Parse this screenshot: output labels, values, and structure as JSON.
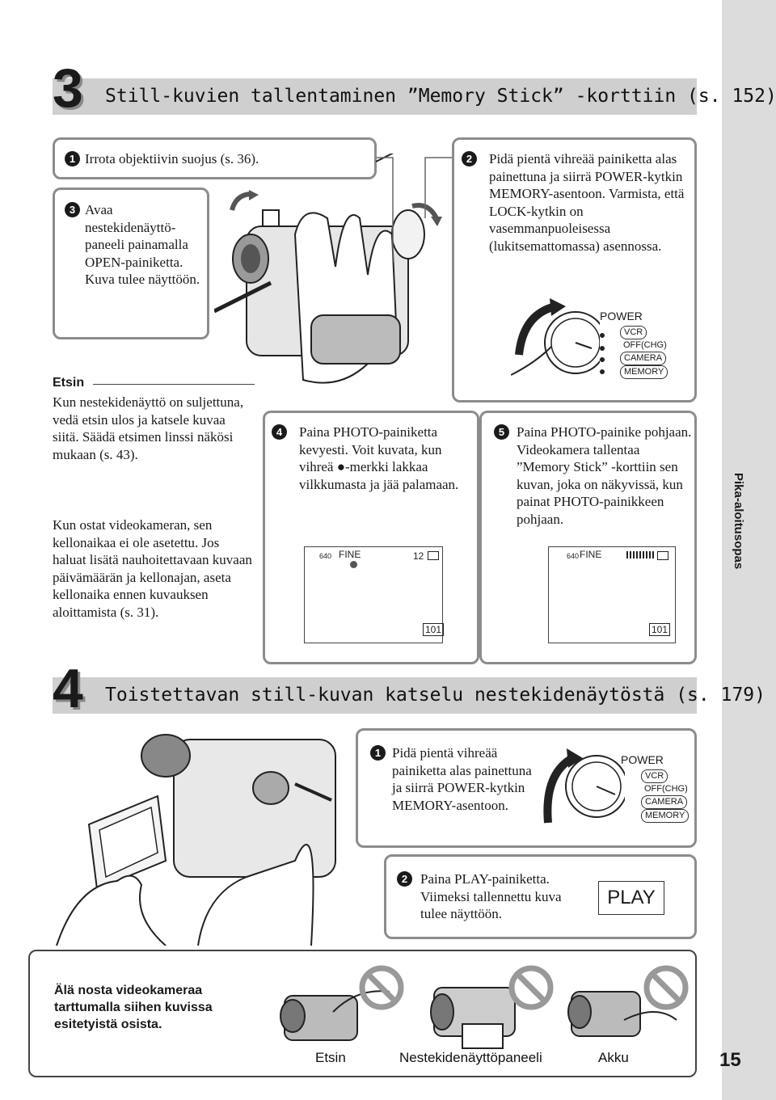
{
  "side_tab": {
    "label": "Pika-aloitusopas"
  },
  "page_number": "15",
  "section3": {
    "number": "3",
    "title": "Still-kuvien tallentaminen ”Memory Stick” -korttiin (s. 152)",
    "step1": {
      "num": "1",
      "text": "Irrota objektiivin suojus (s. 36)."
    },
    "step3": {
      "num": "3",
      "text": "Avaa nestekidenäyttö-paneeli painamalla OPEN-painiketta. Kuva tulee näyttöön."
    },
    "step2": {
      "num": "2",
      "text": "Pidä pientä vihreää painiketta alas painettuna ja siirrä POWER-kytkin MEMORY-asentoon. Varmista, että LOCK-kytkin on vasemmanpuoleisessa (lukitsemattomassa) asennossa."
    },
    "power_switch": {
      "title": "POWER",
      "options": [
        "VCR",
        "OFF(CHG)",
        "CAMERA",
        "MEMORY"
      ]
    },
    "etsin": {
      "heading": "Etsin",
      "text": "Kun nestekidenäyttö on suljettuna, vedä etsin ulos ja katsele kuvaa siitä. Säädä etsimen linssi näkösi mukaan (s. 43)."
    },
    "clock_note": "Kun ostat videokameran, sen kellonaikaa ei ole asetettu. Jos haluat lisätä nauhoitettavaan kuvaan päivämäärän ja kellonajan, aseta kellonaika ennen kuvauksen aloittamista (s. 31).",
    "step4": {
      "num": "4",
      "text": "Paina PHOTO-painiketta kevyesti. Voit kuvata, kun vihreä ●-merkki lakkaa vilkkumasta ja jää palamaan.",
      "lcd": {
        "res": "640",
        "quality": "FINE",
        "count": "12",
        "folder": "101"
      }
    },
    "step5": {
      "num": "5",
      "text": "Paina PHOTO-painike pohjaan. Videokamera tallentaa ”Memory Stick” -korttiin sen kuvan, joka on näkyvissä, kun painat PHOTO-painikkeen pohjaan.",
      "lcd": {
        "res": "640",
        "quality": "FINE",
        "folder": "101"
      }
    }
  },
  "section4": {
    "number": "4",
    "title": "Toistettavan still-kuvan katselu nestekidenäytöstä (s. 179)",
    "step1": {
      "num": "1",
      "text": "Pidä pientä vihreää painiketta alas painettuna ja siirrä POWER-kytkin MEMORY-asentoon."
    },
    "power_switch": {
      "title": "POWER",
      "options": [
        "VCR",
        "OFF(CHG)",
        "CAMERA",
        "MEMORY"
      ]
    },
    "step2": {
      "num": "2",
      "text": "Paina PLAY-painiketta. Viimeksi tallennettu kuva tulee näyttöön."
    },
    "play_button": "PLAY"
  },
  "warning": {
    "text": "Älä nosta videokameraa tarttumalla siihen kuvissa esitetyistä osista.",
    "labels": [
      "Etsin",
      "Nestekidenäyttöpaneeli",
      "Akku"
    ]
  }
}
